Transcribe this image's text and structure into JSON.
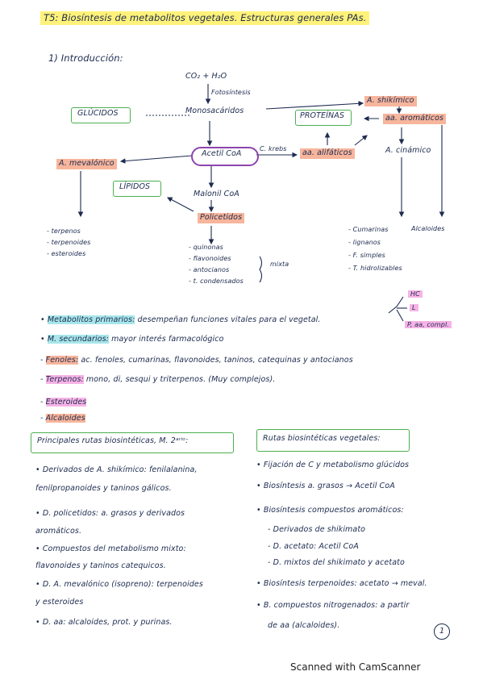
{
  "title": "T5: Biosíntesis de metabolitos vegetales. Estructuras generales PAs.",
  "intro_heading": "1) Introducción:",
  "diagram": {
    "co2": "CO₂ + H₂O",
    "fotosintesis": "Fotosíntesis",
    "monosacaridos": "Monosacáridos",
    "glucidos": "GLÚCIDOS",
    "a_shikimico": "A. shikímico",
    "proteinas": "PROTEÍNAS",
    "aa_aromaticos": "aa. aromáticos",
    "acetil_coa": "Acetil CoA",
    "c_krebs": "C. krebs",
    "aa_alifaticos": "aa. alifáticos",
    "a_cinamico": "A. cinámico",
    "a_mevalonico": "A. mevalónico",
    "lipidos": "LÍPIDOS",
    "malonil_coa": "Malonil CoA",
    "policetidos": "Policetidos",
    "left_list": [
      "- terpenos",
      "- terpenoides",
      "- esteroides"
    ],
    "mid_list": [
      "- quinonas",
      "- flavonoides",
      "- antocianos",
      "- t. condensados"
    ],
    "mixta": "mixta",
    "right_list": [
      "- Cumarinas",
      "- lignanos",
      "- F. simples",
      "- T. hidrolizables"
    ],
    "alcaloides": "Alcaloides"
  },
  "bullets": [
    {
      "label": "Metabolitos primarios:",
      "text": " desempeñan funciones vitales para el vegetal."
    },
    {
      "label": "M. secundarios:",
      "text": " mayor interés farmacológico"
    },
    {
      "label": "Fenoles:",
      "text": " ac. fenoles, cumarinas, flavonoides, taninos, catequinas y antocianos"
    },
    {
      "label": "Terpenos:",
      "text": " mono, di, sesqui y triterpenos. (Muy complejos)."
    },
    {
      "label": "Esteroides",
      "text": ""
    },
    {
      "label": "Alcaloides",
      "text": ""
    }
  ],
  "side_notes": {
    "hc": "HC",
    "l": "L",
    "p": "P, aa, compl."
  },
  "left_box_title": "Principales rutas biosintéticas, M. 2ᵃʳⁱᵒ:",
  "left_items": [
    [
      "• Derivados de A. shikímico: fenilalanina,",
      "fenilpropanoides y taninos gálicos."
    ],
    [
      "• D. policetidos: a. grasos y derivados",
      "aromáticos."
    ],
    [
      "• Compuestos del metabolismo mixto:",
      "flavonoides y taninos catequicos."
    ],
    [
      "• D. A. mevalónico (isopreno): terpenoides",
      "y esteroides"
    ],
    [
      "• D. aa: alcaloides, prot. y purinas."
    ]
  ],
  "right_box_title": "Rutas biosintéticas vegetales:",
  "right_items": [
    "• Fijación de C y metabolismo glúcidos",
    "• Biosíntesis a. grasos → Acetil CoA",
    "• Biosíntesis compuestos aromáticos:",
    "- Derivados de shikimato",
    "- D. acetato: Acetil CoA",
    "- D. mixtos del shikimato y acetato",
    "• Biosíntesis terpenoides: acetato → meval.",
    "• B. compuestos nitrogenados: a partir",
    "de aa (alcaloides)."
  ],
  "page_number": "1",
  "footer": "Scanned with CamScanner"
}
